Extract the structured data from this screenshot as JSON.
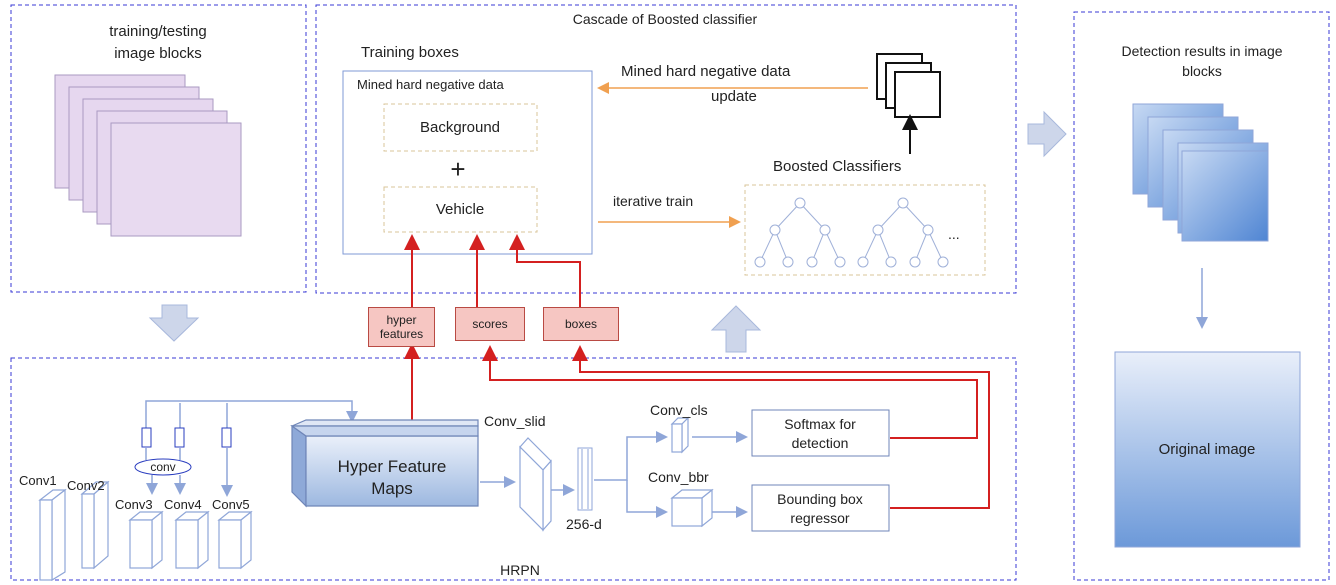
{
  "input_panel": {
    "title_line1": "training/testing",
    "title_line2": "image blocks"
  },
  "cascade_panel": {
    "title": "Cascade of Boosted classifier",
    "training_boxes_label": "Training boxes",
    "mined_label": "Mined hard negative data",
    "background_label": "Background",
    "plus_label": "+",
    "vehicle_label": "Vehicle",
    "update_label_line1": "Mined hard negative data",
    "update_label_line2": "update",
    "iterative_label": "iterative train",
    "boosted_label": "Boosted Classifiers",
    "ellipsis": "..."
  },
  "outputs": {
    "hyper_line1": "hyper",
    "hyper_line2": "features",
    "scores": "scores",
    "boxes": "boxes"
  },
  "hrpn_panel": {
    "title": "HRPN",
    "conv_labels": [
      "Conv1",
      "Conv2",
      "Conv3",
      "Conv4",
      "Conv5"
    ],
    "conv_ellipse_label": "conv",
    "hyper_maps_line1": "Hyper Feature",
    "hyper_maps_line2": "Maps",
    "conv_slid": "Conv_slid",
    "dim_label": "256-d",
    "conv_cls": "Conv_cls",
    "conv_bbr": "Conv_bbr",
    "softmax_line1": "Softmax for",
    "softmax_line2": "detection",
    "bbox_line1": "Bounding box",
    "bbox_line2": "regressor"
  },
  "results_panel": {
    "title_line1": "Detection results in image",
    "title_line2": "blocks",
    "original_label": "Original image"
  },
  "colors": {
    "panel_border": "#3a3ad6",
    "red_arrow": "#d42020",
    "orange_arrow": "#f0a050",
    "purple_block": "#e4d4ee",
    "blue_block": "#6f9cd8"
  }
}
